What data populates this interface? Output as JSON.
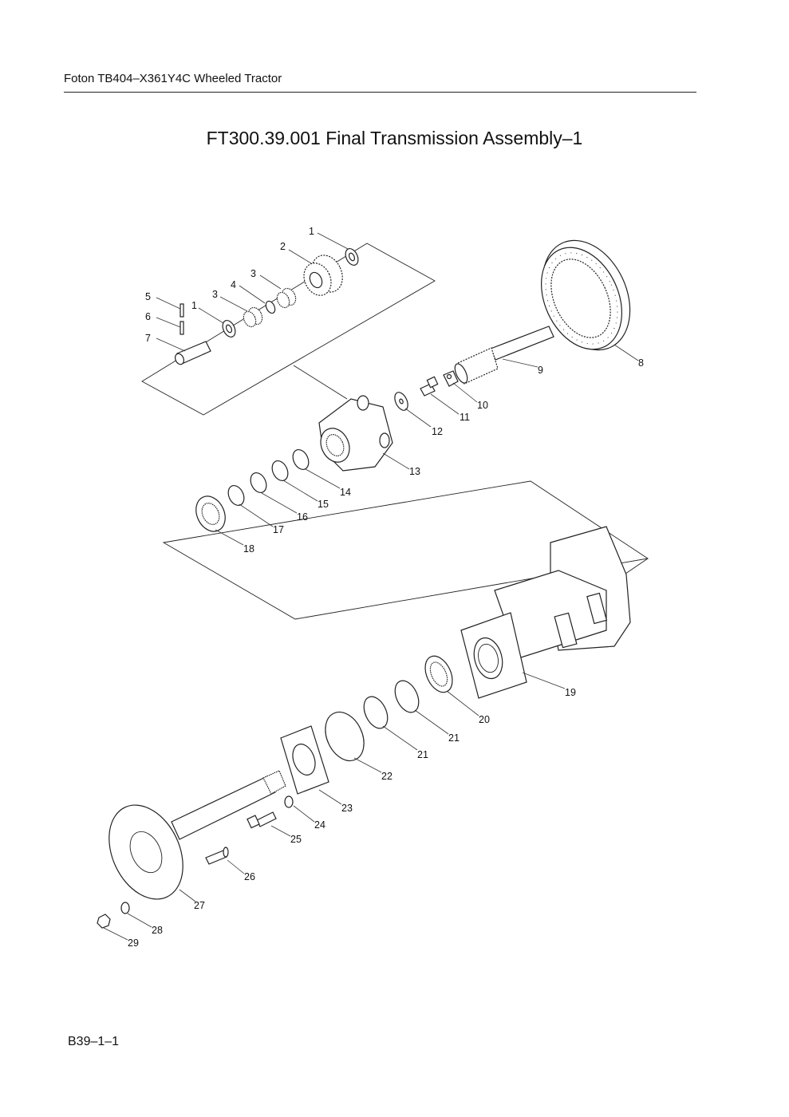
{
  "page": {
    "header": "Foton TB404–X361Y4C Wheeled Tractor",
    "title": "FT300.39.001  Final Transmission Assembly–1",
    "footer": "B39–1–1"
  },
  "callouts": [
    "1",
    "2",
    "3",
    "4",
    "5",
    "6",
    "7",
    "8",
    "9",
    "10",
    "11",
    "12",
    "13",
    "14",
    "15",
    "16",
    "17",
    "18",
    "19",
    "20",
    "21",
    "22",
    "23",
    "24",
    "25",
    "26",
    "27",
    "28",
    "29"
  ]
}
